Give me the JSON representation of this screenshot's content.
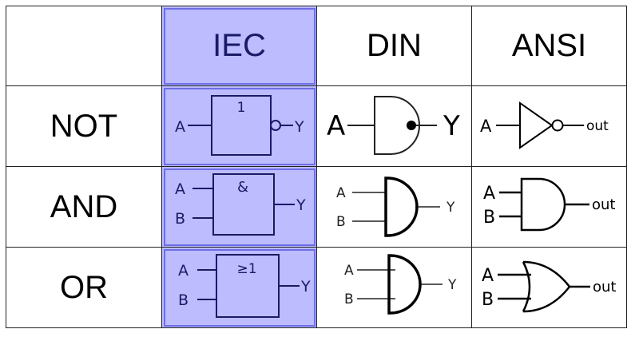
{
  "header": {
    "corner": "",
    "columns": [
      "IEC",
      "DIN",
      "ANSI"
    ]
  },
  "rows": [
    {
      "label": "NOT",
      "iec": {
        "symbol": "1",
        "input_a": "A",
        "output": "Y"
      },
      "din": {
        "input_a": "A",
        "output": "Y"
      },
      "ansi": {
        "input_a": "A",
        "output": "out"
      }
    },
    {
      "label": "AND",
      "iec": {
        "symbol": "&",
        "input_a": "A",
        "input_b": "B",
        "output": "Y"
      },
      "din": {
        "input_a": "A",
        "input_b": "B",
        "output": "Y"
      },
      "ansi": {
        "input_a": "A",
        "input_b": "B",
        "output": "out"
      }
    },
    {
      "label": "OR",
      "iec": {
        "symbol": "≥1",
        "input_a": "A",
        "input_b": "B",
        "output": "Y"
      },
      "din": {
        "input_a": "A",
        "input_b": "B",
        "output": "Y"
      },
      "ansi": {
        "input_a": "A",
        "input_b": "B",
        "output": "out"
      }
    }
  ],
  "colors": {
    "iec_fill": "#bcbcff",
    "iec_border": "#6e6ee6",
    "iec_ink": "#1a1a66",
    "line": "#222222"
  }
}
